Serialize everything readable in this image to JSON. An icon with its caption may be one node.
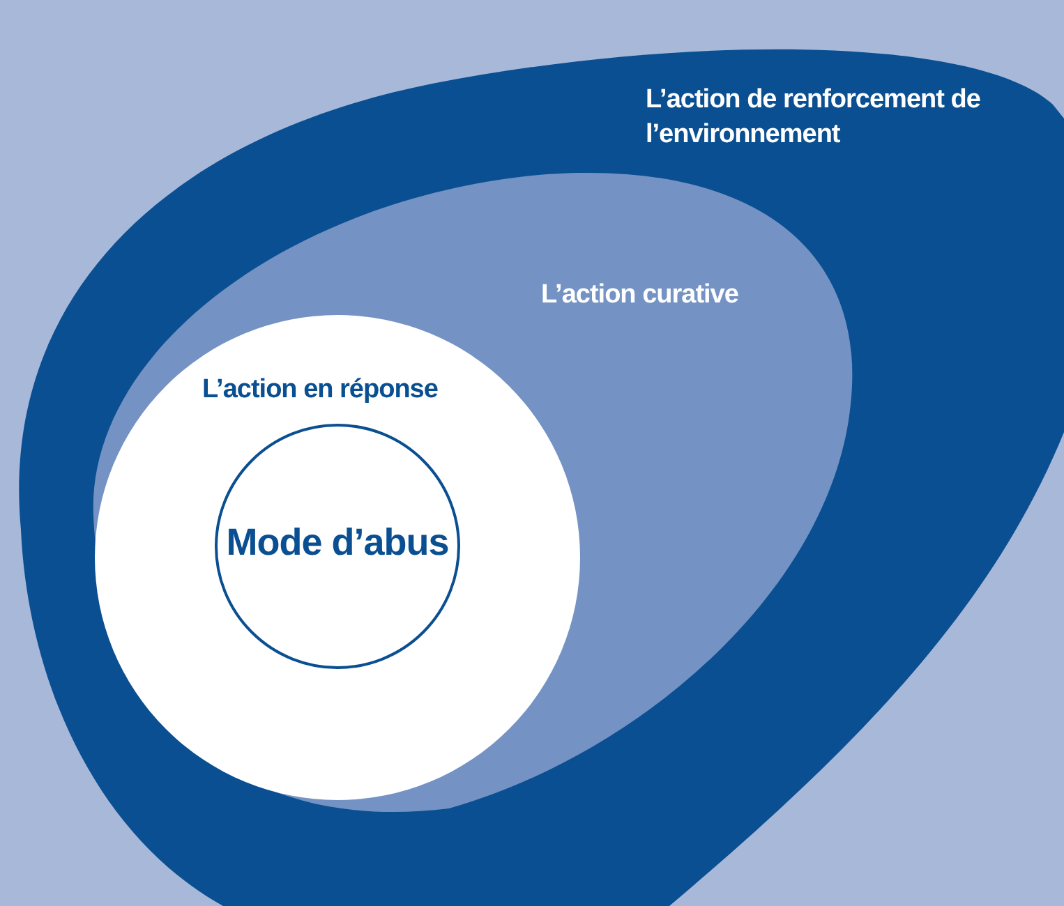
{
  "diagram": {
    "nodes": [
      {
        "text": [
          "L’action de renforcement de l’environnement"
        ]
      },
      {
        "text": [
          "L’action curative"
        ],
        "in": 0
      },
      {
        "text": [
          "L’action en réponse"
        ],
        "in": 1
      },
      {
        "text": [
          "Mode d’abus"
        ],
        "in": 2
      }
    ]
  }
}
